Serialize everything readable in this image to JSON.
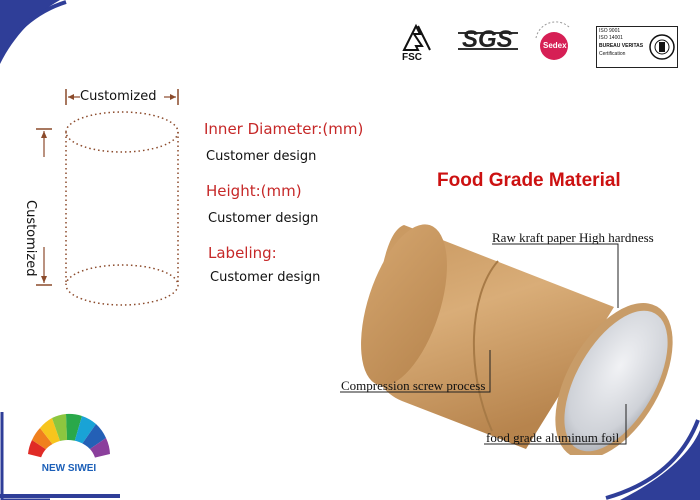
{
  "dimension_labels": {
    "width": "Customized",
    "height": "Customized"
  },
  "specs": {
    "inner_diameter": {
      "heading": "Inner Diameter:(mm)",
      "value": "Customer design"
    },
    "height": {
      "heading": "Height:(mm)",
      "value": "Customer design"
    },
    "labeling": {
      "heading": "Labeling:",
      "value": "Customer design"
    }
  },
  "feature_title": "Food Grade Material",
  "annotations": {
    "paper": "Raw kraft paper  High hardness",
    "process": "Compression screw process",
    "foil": "food grade aluminum foil"
  },
  "certifications": {
    "fsc": "FSC",
    "sgs": "SGS",
    "sedex": "Sedex",
    "sedex_ring": "Enabling responsible supply chains",
    "bv_line1": "ISO 9001",
    "bv_line2": "ISO 14001",
    "bv_line3": "BUREAU VERITAS",
    "bv_line4": "Certification"
  },
  "brand_name": "NEW SIWEI",
  "colors": {
    "frame_blue": "#2f3e98",
    "heading_red": "#c62828",
    "kraft": "#c79a63",
    "brand_blue": "#1b5fb8"
  }
}
